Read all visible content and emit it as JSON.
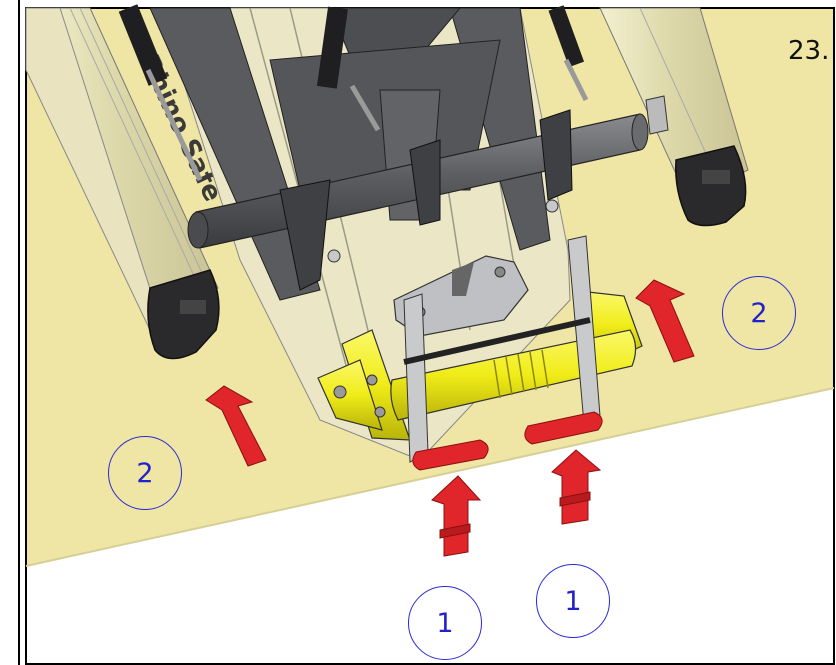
{
  "figure": {
    "step_number": "23.",
    "callouts": {
      "one": "1",
      "two": "2"
    },
    "engraving": "Rhino Safe",
    "colors": {
      "board": "#efe5a4",
      "rail": "#e3dfb8",
      "steel": "#6f7074",
      "bracket_yellow": "#f2ee1e",
      "arrow_red": "#e0252b",
      "callout_blue": "#2b2bd6",
      "border": "#000000"
    }
  }
}
